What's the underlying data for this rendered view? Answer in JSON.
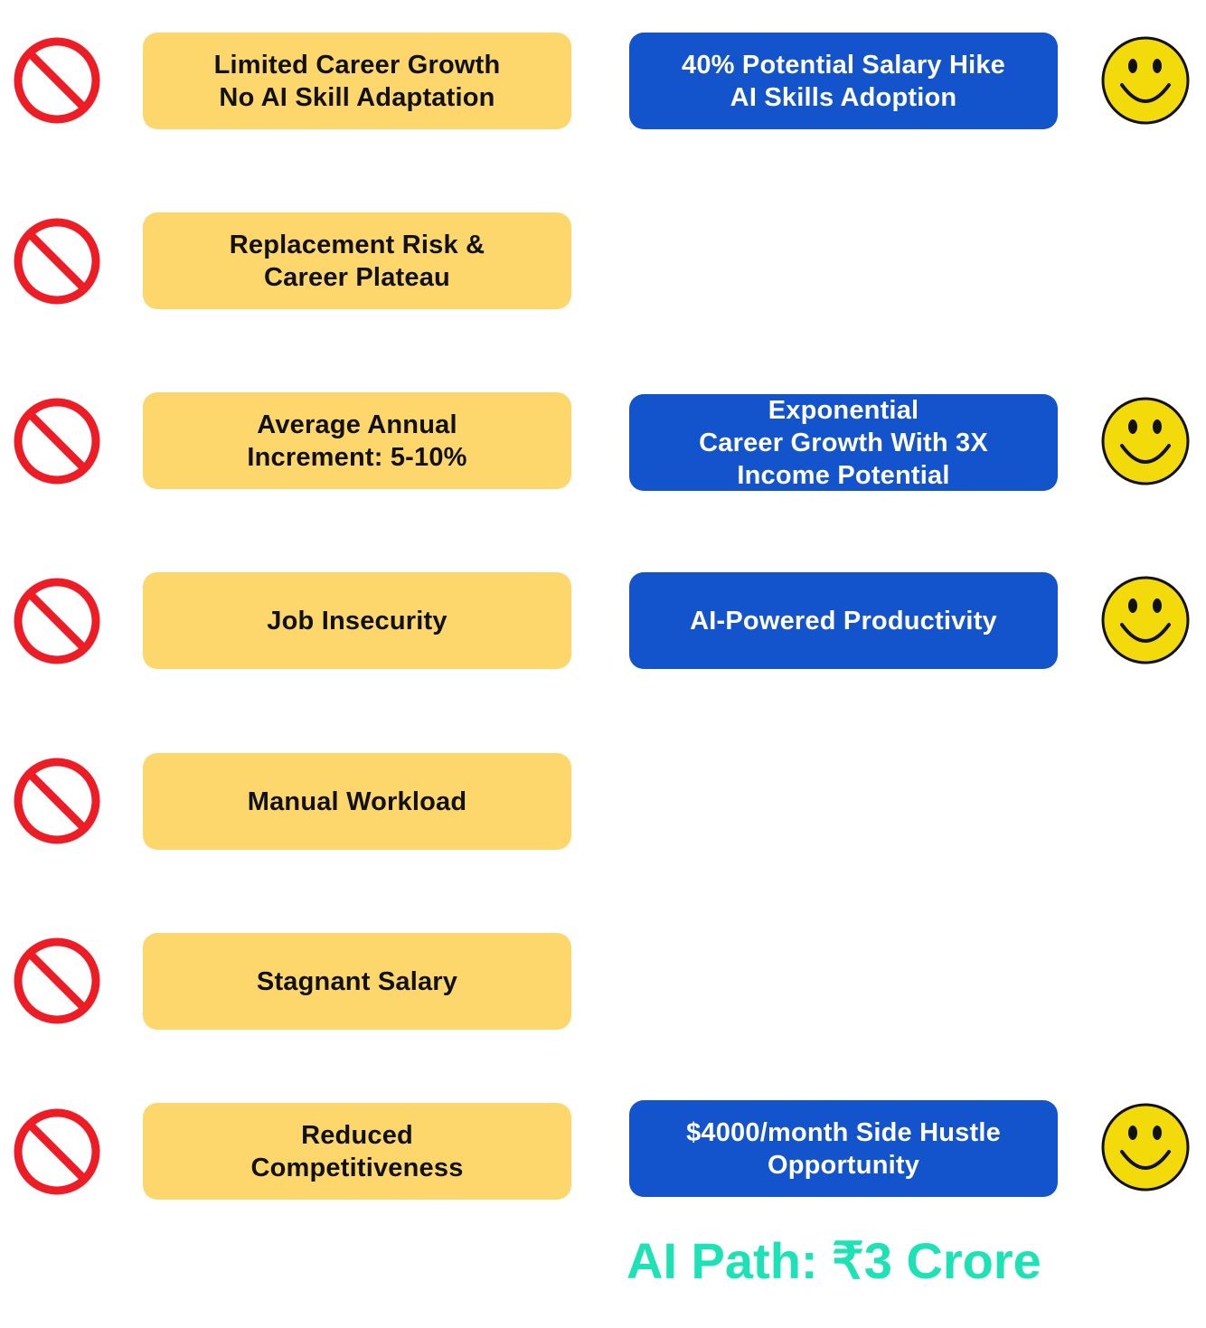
{
  "colors": {
    "con_box": "#fdd76b",
    "pro_box": "#1353cc",
    "no_sign": "#ee1c25",
    "smiley": "#f2da0b",
    "total": "#1de2b6"
  },
  "rows": [
    {
      "con": [
        "Limited Career Growth",
        "No AI Skill Adaptation"
      ],
      "pro": [
        "40% Potential Salary Hike",
        "AI Skills Adoption"
      ]
    },
    {
      "con": [
        "Replacement Risk &",
        "Career Plateau"
      ],
      "pro": null
    },
    {
      "con": [
        "Average Annual",
        "Increment: 5-10%"
      ],
      "pro": [
        "Exponential",
        "Career Growth With 3X",
        "Income Potential"
      ]
    },
    {
      "con": [
        "Job Insecurity"
      ],
      "pro": [
        "AI-Powered Productivity"
      ]
    },
    {
      "con": [
        "Manual Workload"
      ],
      "pro": null
    },
    {
      "con": [
        "Stagnant Salary"
      ],
      "pro": null
    },
    {
      "con": [
        "Reduced",
        "Competitiveness"
      ],
      "pro": [
        "$4000/month Side Hustle",
        "Opportunity"
      ]
    }
  ],
  "total_label": "AI Path: ₹3 Crore"
}
